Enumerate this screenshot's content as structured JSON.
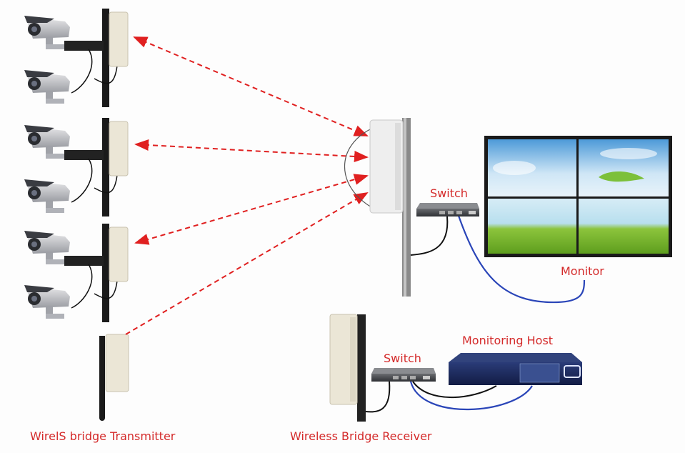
{
  "labels": {
    "switch_top": "Switch",
    "monitor": "Monitor",
    "monitoring_host": "Monitoring Host",
    "switch_bottom": "Switch",
    "transmitter": "WirelS bridge Transmitter",
    "receiver": "Wireless Bridge Receiver"
  },
  "colors": {
    "label": "#d42a2a",
    "signal_arrow": "#e02020",
    "video_cable": "#2a45b8",
    "power_cable": "#111111",
    "bridge_panel": "#ebe6d6",
    "receiver_panel": "#eeeeee"
  },
  "diagram": {
    "camera_count": 6,
    "transmitter_count": 4,
    "monitor_grid": "2x2"
  }
}
